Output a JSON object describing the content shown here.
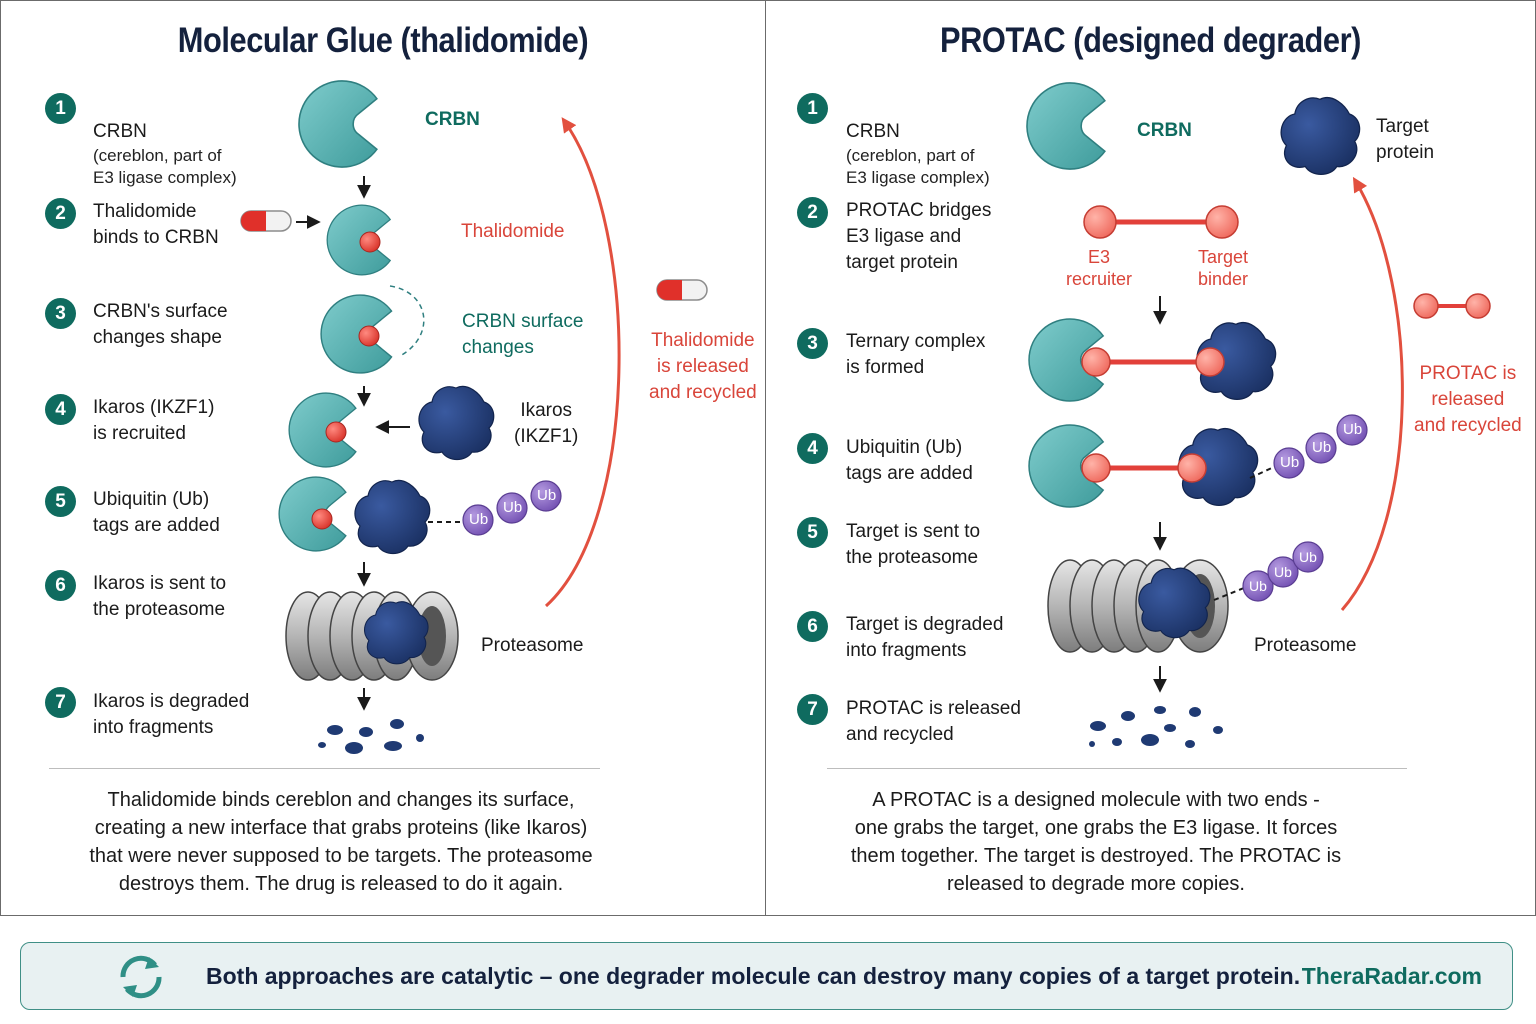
{
  "left": {
    "title": "Molecular Glue (thalidomide)",
    "steps": [
      {
        "n": "1",
        "text": "CRBN",
        "sub": "(cereblon, part of\nE3 ligase complex)"
      },
      {
        "n": "2",
        "text": "Thalidomide\nbinds to CRBN"
      },
      {
        "n": "3",
        "text": "CRBN's surface\nchanges shape"
      },
      {
        "n": "4",
        "text": "Ikaros (IKZF1)\nis recruited"
      },
      {
        "n": "5",
        "text": "Ubiquitin (Ub)\ntags are added"
      },
      {
        "n": "6",
        "text": "Ikaros is sent to\nthe proteasome"
      },
      {
        "n": "7",
        "text": "Ikaros is degraded\ninto fragments"
      }
    ],
    "labels": {
      "crbn": "CRBN",
      "thalidomide": "Thalidomide",
      "surface": "CRBN surface\nchanges",
      "ikaros": "Ikaros\n(IKZF1)",
      "proteasome": "Proteasome",
      "recycle": "Thalidomide\nis released\nand recycled",
      "ub": "Ub"
    },
    "summary": "Thalidomide binds cereblon and changes its surface,\ncreating a new interface that grabs proteins (like Ikaros)\nthat were never supposed to be targets. The proteasome\ndestroys them. The drug is released to do it again."
  },
  "right": {
    "title": "PROTAC (designed degrader)",
    "steps": [
      {
        "n": "1",
        "text": "CRBN",
        "sub": "(cereblon, part of\nE3 ligase complex)"
      },
      {
        "n": "2",
        "text": "PROTAC bridges\nE3 ligase and\ntarget protein"
      },
      {
        "n": "3",
        "text": "Ternary complex\nis formed"
      },
      {
        "n": "4",
        "text": "Ubiquitin (Ub)\ntags are added"
      },
      {
        "n": "5",
        "text": "Target is sent to\nthe proteasome"
      },
      {
        "n": "6",
        "text": "Target is degraded\ninto fragments"
      },
      {
        "n": "7",
        "text": "PROTAC is released\nand recycled"
      }
    ],
    "labels": {
      "crbn": "CRBN",
      "target": "Target\nprotein",
      "e3": "E3\nrecruiter",
      "binder": "Target\nbinder",
      "proteasome": "Proteasome",
      "recycle": "PROTAC is\nreleased\nand recycled",
      "ub": "Ub"
    },
    "summary": "A PROTAC is a designed molecule with two ends -\none grabs the target, one grabs the E3 ligase. It forces\nthem together. The target is destroyed. The PROTAC is\nreleased to degrade more copies."
  },
  "banner": {
    "text": "Both approaches are catalytic  –   one degrader molecule can destroy many copies of a target protein.",
    "site": "TheraRadar.com",
    "icon": "recycle-arrows-icon"
  },
  "colors": {
    "teal": "#5bb5b5",
    "navy": "#1f3a73",
    "red": "#e2403a",
    "ub": "#8a6cc2",
    "step": "#0f6b5f"
  }
}
